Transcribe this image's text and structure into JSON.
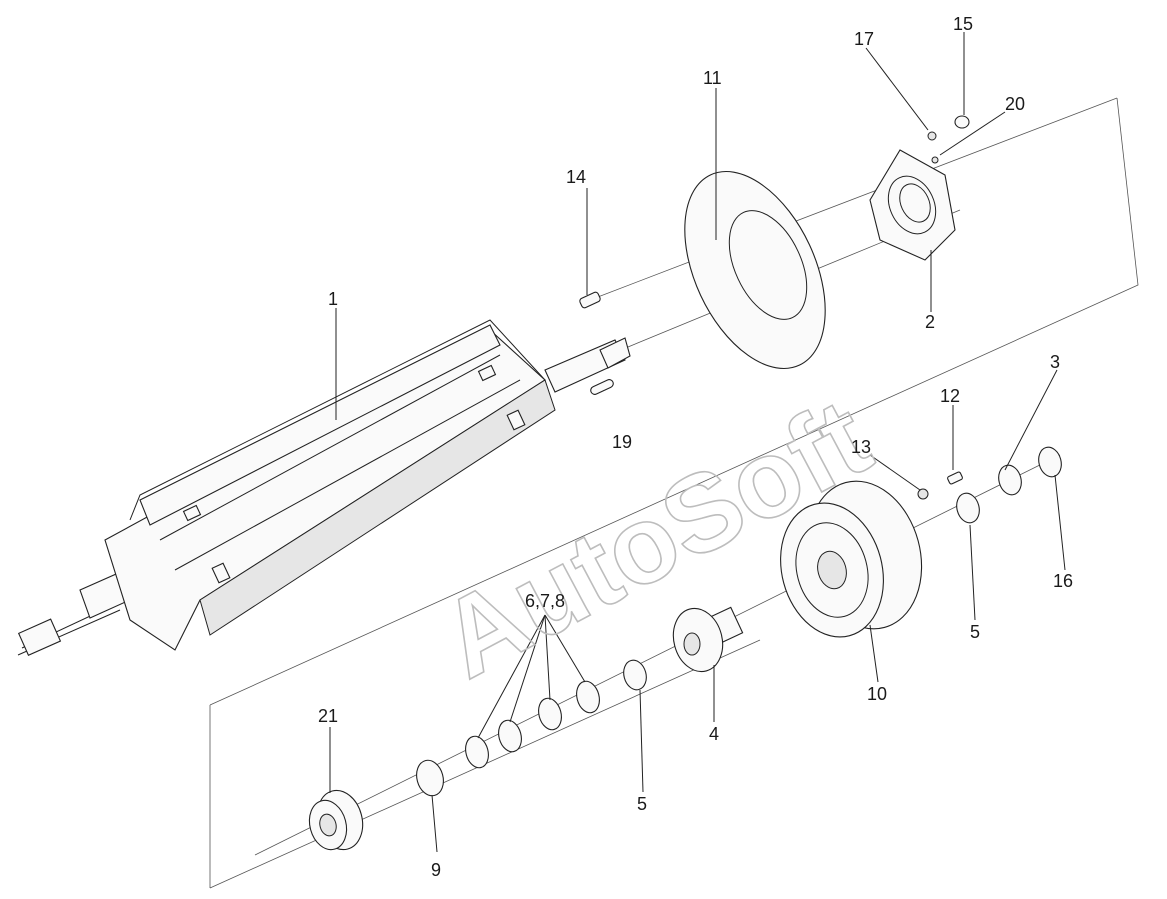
{
  "diagram": {
    "watermark": "AutoSoft",
    "labels": [
      {
        "id": "1",
        "text": "1"
      },
      {
        "id": "2",
        "text": "2"
      },
      {
        "id": "3",
        "text": "3"
      },
      {
        "id": "4",
        "text": "4"
      },
      {
        "id": "5a",
        "text": "5"
      },
      {
        "id": "5b",
        "text": "5"
      },
      {
        "id": "678",
        "text": "6,7,8"
      },
      {
        "id": "9",
        "text": "9"
      },
      {
        "id": "10",
        "text": "10"
      },
      {
        "id": "11",
        "text": "11"
      },
      {
        "id": "12",
        "text": "12"
      },
      {
        "id": "13",
        "text": "13"
      },
      {
        "id": "14",
        "text": "14"
      },
      {
        "id": "15",
        "text": "15"
      },
      {
        "id": "16",
        "text": "16"
      },
      {
        "id": "17",
        "text": "17"
      },
      {
        "id": "19",
        "text": "19"
      },
      {
        "id": "20",
        "text": "20"
      },
      {
        "id": "21",
        "text": "21"
      }
    ]
  }
}
